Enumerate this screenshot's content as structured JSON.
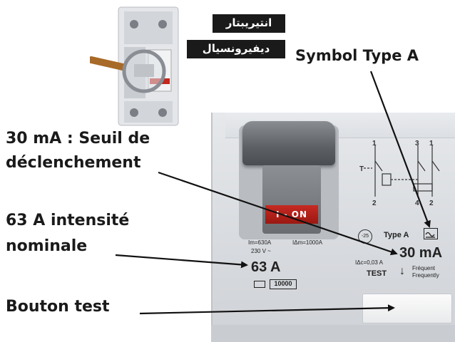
{
  "titles": {
    "line1": "انتيريبتار",
    "line2": "ديفيرونسيال"
  },
  "annotations": {
    "symbol_type": "Symbol Type A",
    "seuil_line1": "30 mA : Seuil de",
    "seuil_line2": "déclenchement",
    "intensite_line1": "63 A intensité",
    "intensite_line2": "nominale",
    "bouton_test": "Bouton test"
  },
  "device": {
    "lever_text": "I - ON",
    "im": "Im=630A",
    "idelta_m": "IΔm=1000A",
    "voltage": "230 V ~",
    "current": "63 A",
    "idelta_c": "IΔc=0,03 A",
    "circle": "-25",
    "type_label": "Type A",
    "sensitivity": "30 mA",
    "test_label": "TEST",
    "frequent_fr": "Fréquent",
    "frequent_en": "Frequently",
    "rating_box": "10000"
  },
  "colors": {
    "arrow": "#111111",
    "device_body": "#dcdfe3",
    "lever_red": "#b3201a",
    "title_bg": "#1a1a1a"
  }
}
